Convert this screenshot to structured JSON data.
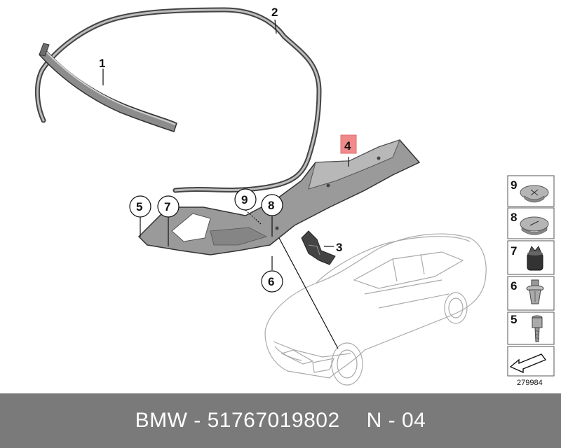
{
  "callouts": {
    "c1": "1",
    "c2": "2",
    "c3": "3",
    "c4": "4",
    "c5": "5",
    "c6": "6",
    "c7": "7",
    "c8": "8",
    "c9": "9"
  },
  "parts_index": [
    {
      "number": "9",
      "part": "plug-cap-cross"
    },
    {
      "number": "8",
      "part": "plug-cap-slot"
    },
    {
      "number": "7",
      "part": "rubber-grommet"
    },
    {
      "number": "6",
      "part": "expanding-rivet"
    },
    {
      "number": "5",
      "part": "screw"
    }
  ],
  "diagram_number": "279984",
  "footer": {
    "part_text": "BMW - 51767019802",
    "variant_text": "N - 04"
  },
  "colors": {
    "highlight_box": "#f08a8a",
    "footer_bg": "#7a7a7a",
    "part_fill": "#9a9a9a"
  }
}
